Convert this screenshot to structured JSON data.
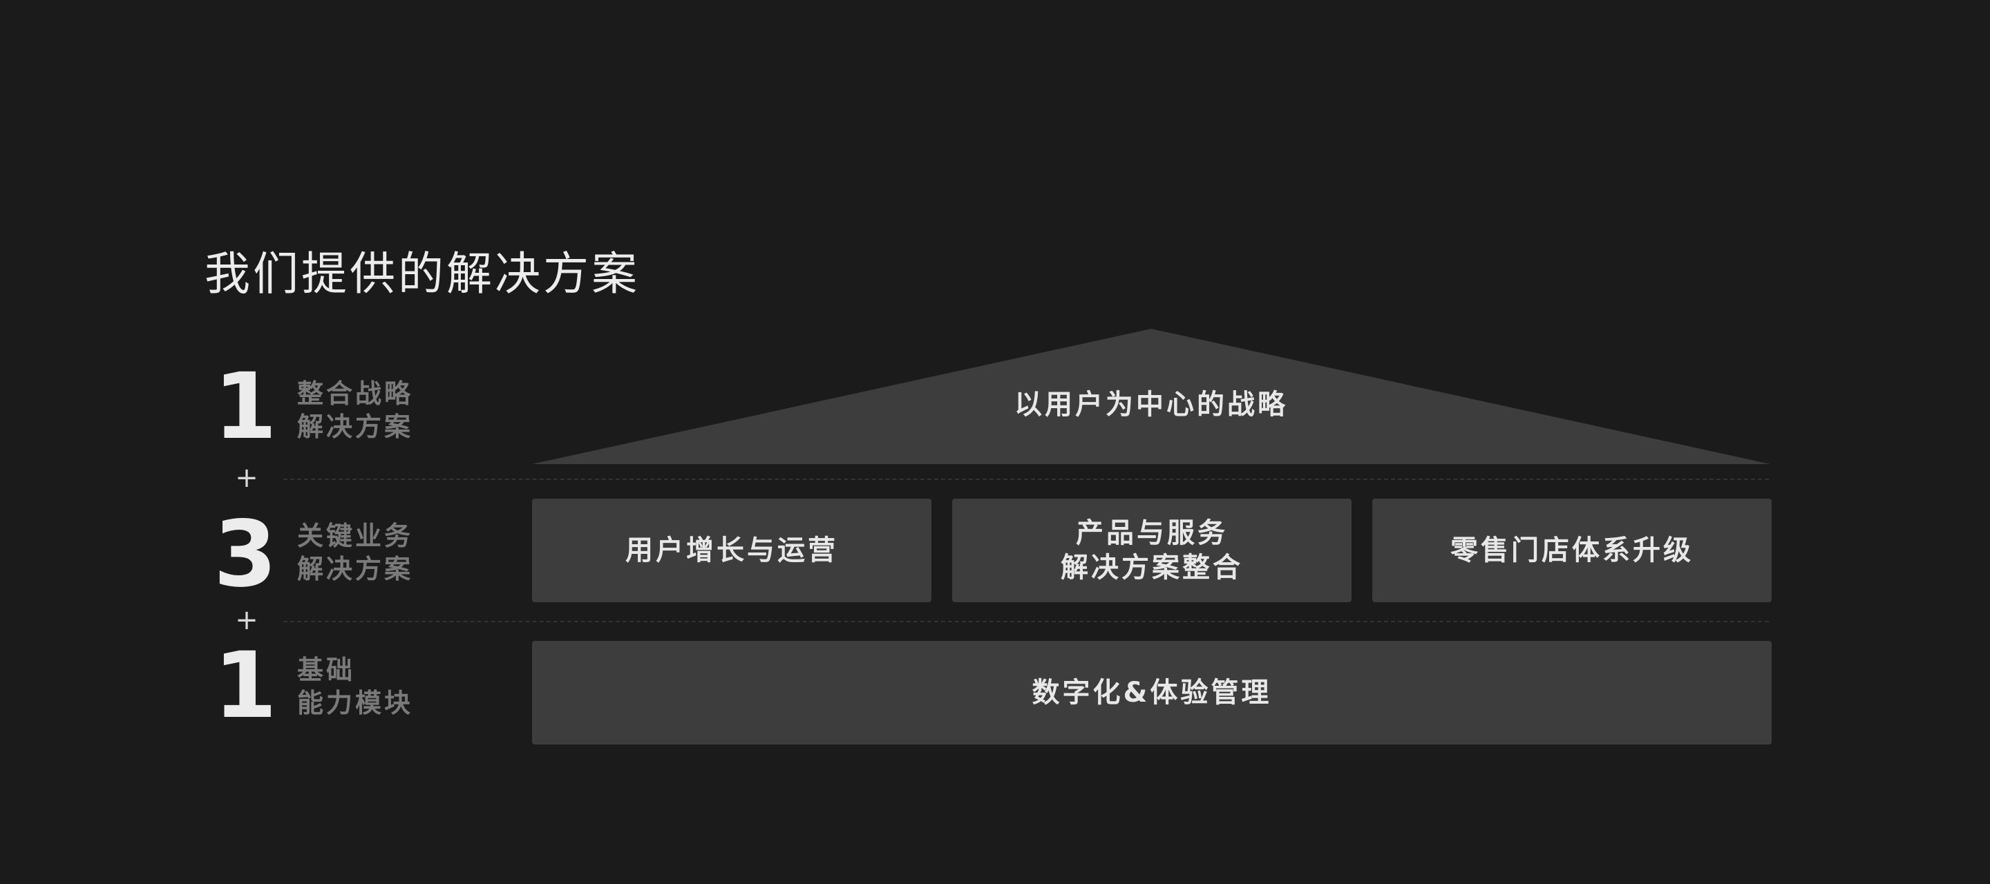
{
  "title": "我们提供的解决方案",
  "tiers": [
    {
      "number": "1",
      "label_line1": "整合战略",
      "label_line2": "解决方案"
    },
    {
      "number": "3",
      "label_line1": "关键业务",
      "label_line2": "解决方案"
    },
    {
      "number": "1",
      "label_line1": "基础",
      "label_line2": "能力模块"
    }
  ],
  "plus_symbol": "+",
  "roof": {
    "label": "以用户为中心的战略"
  },
  "middle_blocks": [
    {
      "line1": "用户增长与运营",
      "line2": ""
    },
    {
      "line1": "产品与服务",
      "line2": "解决方案整合"
    },
    {
      "line1": "零售门店体系升级",
      "line2": ""
    }
  ],
  "base_block": {
    "label": "数字化&体验管理"
  },
  "colors": {
    "background": "#1b1b1b",
    "block": "#3d3d3d",
    "muted_label": "#7a7a7a",
    "text": "#e8e8e8"
  }
}
